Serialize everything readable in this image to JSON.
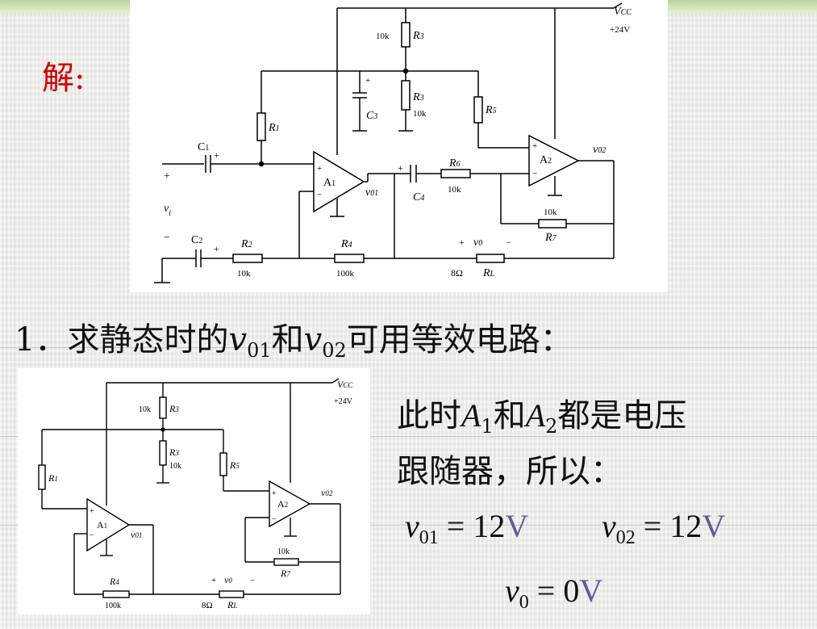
{
  "heading": "解:",
  "step": {
    "prefix": "1．求静态时的",
    "v1": "v",
    "v1_sub": "01",
    "and": "和",
    "v2": "v",
    "v2_sub": "02",
    "suffix": "可用等效电路："
  },
  "description": {
    "line1a": "此时",
    "a1": "A",
    "a1_sub": "1",
    "and": "和",
    "a2": "A",
    "a2_sub": "2",
    "line1b": "都是电压",
    "line2": "跟随器，所以："
  },
  "results": {
    "v01": {
      "var": "v",
      "sub": "01",
      "eq": " = 12",
      "unit": "V"
    },
    "v02": {
      "var": "v",
      "sub": "02",
      "eq": " = 12",
      "unit": "V"
    },
    "v0": {
      "var": "v",
      "sub": "0",
      "eq": " = 0",
      "unit": "V"
    }
  },
  "circuit_top": {
    "vcc": "V",
    "vcc_sub": "CC",
    "vcc_val": "+24V",
    "r1": "R",
    "r1_sub": "1",
    "r2": "R",
    "r2_sub": "2",
    "r2_val": "10k",
    "r3a": "R",
    "r3a_sub": "3",
    "r3a_val": "10k",
    "r3b": "R",
    "r3b_sub": "3",
    "r3b_val": "10k",
    "r4": "R",
    "r4_sub": "4",
    "r4_val": "100k",
    "r5": "R",
    "r5_sub": "5",
    "r6": "R",
    "r6_sub": "6",
    "r6_val": "10k",
    "r7": "R",
    "r7_sub": "7",
    "r7_val": "10k",
    "rl": "R",
    "rl_sub": "L",
    "rl_val": "8Ω",
    "c1": "C",
    "c1_sub": "1",
    "c2": "C",
    "c2_sub": "2",
    "c3": "C",
    "c3_sub": "3",
    "c4": "C",
    "c4_sub": "4",
    "a1": "A",
    "a1_sub": "1",
    "a2": "A",
    "a2_sub": "2",
    "vi": "v",
    "vi_sub": "i",
    "v01": "v",
    "v01_sub": "01",
    "v02": "v",
    "v02_sub": "02",
    "v0": "v",
    "v0_sub": "0",
    "plus": "+",
    "minus": "−"
  },
  "circuit_bottom": {
    "vcc": "V",
    "vcc_sub": "CC",
    "vcc_val": "+24V",
    "r1": "R",
    "r1_sub": "1",
    "r3a": "R",
    "r3a_sub": "3",
    "r3a_val": "10k",
    "r3b": "R",
    "r3b_sub": "3",
    "r3b_val": "10k",
    "r4": "R",
    "r4_sub": "4",
    "r4_val": "100k",
    "r5": "R",
    "r5_sub": "5",
    "r7": "R",
    "r7_sub": "7",
    "r7_val": "10k",
    "rl": "R",
    "rl_sub": "L",
    "rl_val": "8Ω",
    "a1": "A",
    "a1_sub": "1",
    "a2": "A",
    "a2_sub": "2",
    "v01": "v",
    "v01_sub": "01",
    "v02": "v",
    "v02_sub": "02",
    "v0": "v",
    "v0_sub": "0",
    "plus": "+",
    "minus": "−"
  }
}
